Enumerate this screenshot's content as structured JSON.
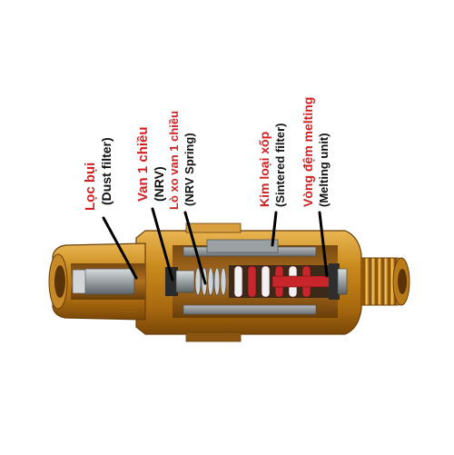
{
  "colors": {
    "label_red": "#d42020",
    "label_black": "#111111",
    "brass": "#c98a1c",
    "brass_dark": "#8a5510",
    "steel": "#8f969a",
    "spring_red": "#c8262a",
    "spring_white": "#f2f2f2"
  },
  "labels": [
    {
      "id": "dust-filter",
      "vi": "Lọc bụi",
      "en": "(Dust filter)"
    },
    {
      "id": "nrv",
      "vi": "Van 1 chiều",
      "en": "(NRV)"
    },
    {
      "id": "nrv-spring",
      "vi": "Lò xo van 1 chiều",
      "en": "(NRV Spring)"
    },
    {
      "id": "sintered-filter",
      "vi": "Kim loại xốp",
      "en": "(Sintered filter)"
    },
    {
      "id": "melting-unit",
      "vi": "Vòng đệm melting",
      "en": "(Melting unit)"
    }
  ]
}
